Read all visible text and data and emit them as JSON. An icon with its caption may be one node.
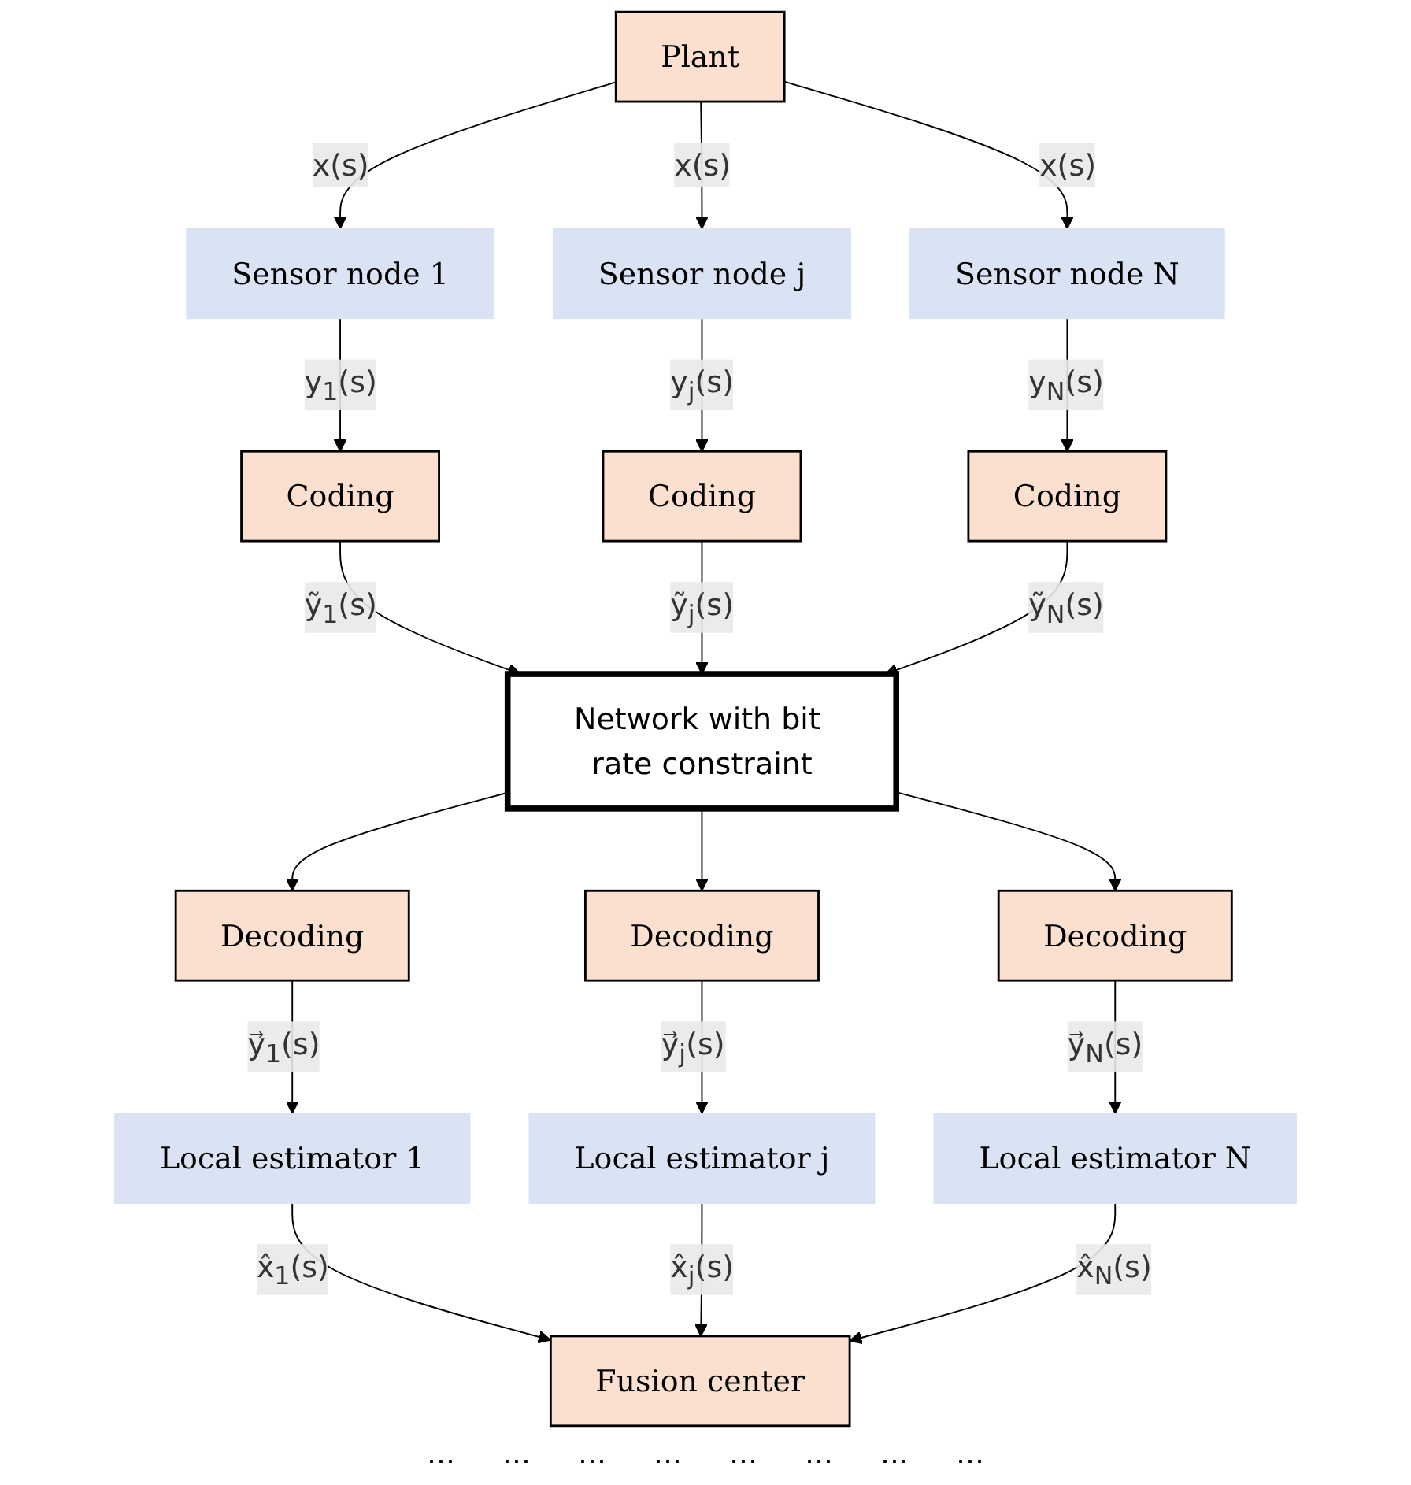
{
  "diagram": {
    "nodes": [
      {
        "text": [
          "Plant"
        ]
      },
      {
        "text": [
          "Sensor node 1"
        ]
      },
      {
        "text": [
          "Sensor node j"
        ]
      },
      {
        "text": [
          "Sensor node N"
        ]
      },
      {
        "text": [
          "Coding"
        ]
      },
      {
        "text": [
          "Coding"
        ]
      },
      {
        "text": [
          "Coding"
        ]
      },
      {
        "text": [
          "Network with bit rate constraint"
        ]
      },
      {
        "text": [
          "Decoding"
        ]
      },
      {
        "text": [
          "Decoding"
        ]
      },
      {
        "text": [
          "Decoding"
        ]
      },
      {
        "text": [
          "Local estimator 1"
        ]
      },
      {
        "text": [
          "Local estimator j"
        ]
      },
      {
        "text": [
          "Local estimator N"
        ]
      },
      {
        "text": [
          "Fusion center"
        ]
      }
    ],
    "edges": [
      {
        "from": 0,
        "to": 1,
        "arrow": "to",
        "label": "x(s)"
      },
      {
        "from": 0,
        "to": 2,
        "arrow": "to",
        "label": "x(s)"
      },
      {
        "from": 0,
        "to": 3,
        "arrow": "to",
        "label": "x(s)"
      },
      {
        "from": 1,
        "to": 4,
        "arrow": "to",
        "label": "y$_{1}$(s)"
      },
      {
        "from": 2,
        "to": 5,
        "arrow": "to",
        "label": "y$_{j}$(s)"
      },
      {
        "from": 3,
        "to": 6,
        "arrow": "to",
        "label": "y$_{N}$(s)"
      },
      {
        "from": 4,
        "to": 7,
        "arrow": "to",
        "label": "ỹ$_{1}$(s)"
      },
      {
        "from": 5,
        "to": 7,
        "arrow": "to",
        "label": "ỹ$_{j}$(s)"
      },
      {
        "from": 6,
        "to": 7,
        "arrow": "to",
        "label": "ỹ$_{N}$(s)"
      },
      {
        "from": 7,
        "to": 8,
        "arrow": "to"
      },
      {
        "from": 7,
        "to": 9,
        "arrow": "to"
      },
      {
        "from": 7,
        "to": 10,
        "arrow": "to"
      },
      {
        "from": 8,
        "to": 11,
        "arrow": "to",
        "label": "y⃗$_{1}$(s)"
      },
      {
        "from": 9,
        "to": 12,
        "arrow": "to",
        "label": "y⃗$_{j}$(s)"
      },
      {
        "from": 10,
        "to": 13,
        "arrow": "to",
        "label": "y⃗$_{N}$(s)"
      },
      {
        "from": 11,
        "to": 14,
        "arrow": "to",
        "label": "x̂$_{1}$(s)"
      },
      {
        "from": 12,
        "to": 14,
        "arrow": "to",
        "label": "x̂$_{j}$(s)"
      },
      {
        "from": 13,
        "to": 14,
        "arrow": "to",
        "label": "x̂$_{N}$(s)"
      }
    ],
    "labels": [
      "⋯",
      "⋯",
      "⋯",
      "⋯",
      "⋯",
      "⋯",
      "⋯",
      "⋯"
    ]
  }
}
